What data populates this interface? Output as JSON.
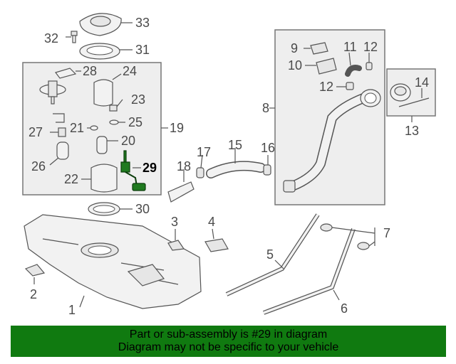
{
  "callouts": {
    "n1": "1",
    "n2": "2",
    "n3": "3",
    "n4": "4",
    "n5": "5",
    "n6": "6",
    "n7": "7",
    "n8": "8",
    "n9": "9",
    "n10": "10",
    "n11": "11",
    "n12a": "12",
    "n12b": "12",
    "n13": "13",
    "n14": "14",
    "n15": "15",
    "n16": "16",
    "n17": "17",
    "n18": "18",
    "n19": "19",
    "n20": "20",
    "n21": "21",
    "n22": "22",
    "n23": "23",
    "n24": "24",
    "n25": "25",
    "n26": "26",
    "n27": "27",
    "n28": "28",
    "n29": "29",
    "n30": "30",
    "n31": "31",
    "n32": "32",
    "n33": "33"
  },
  "highlight_color": "#1f7a1f",
  "banner": {
    "line1": "Part or sub-assembly is #29 in diagram",
    "line2": "Diagram may not be specific to your vehicle",
    "background": "#107a10"
  }
}
